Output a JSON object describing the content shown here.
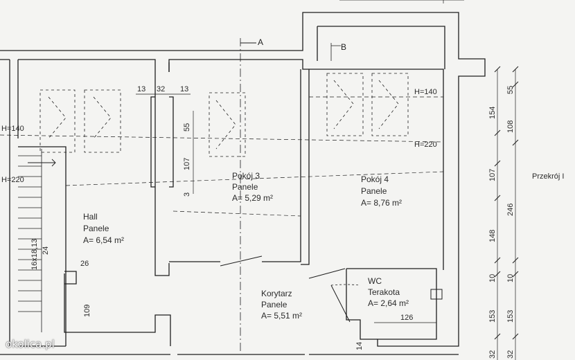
{
  "rooms": {
    "hall": {
      "name": "Hall",
      "floor": "Panele",
      "area": "A= 6,54 m²"
    },
    "room3": {
      "name": "Pokój 3",
      "floor": "Panele",
      "area": "A= 5,29 m²"
    },
    "room4": {
      "name": "Pokój 4",
      "floor": "Panele",
      "area": "A= 8,76 m²"
    },
    "corridor": {
      "name": "Korytarz",
      "floor": "Panele",
      "area": "A= 5,51 m²"
    },
    "wc": {
      "name": "WC",
      "floor": "Terakota",
      "area": "A= 2,64 m²"
    }
  },
  "section_marks": {
    "a": "A",
    "b": "B"
  },
  "heights": {
    "h140_left": "H=140",
    "h220_left": "H=220",
    "h140_right": "H=140",
    "h220_right": "H=220"
  },
  "dims": {
    "top_13a": "13",
    "top_32": "32",
    "top_13b": "13",
    "d55": "55",
    "d107": "107",
    "d3": "3",
    "stairs": "16x18,13",
    "d24": "24",
    "d26": "26",
    "d109": "109",
    "d126": "126",
    "d14": "14",
    "r154": "154",
    "r108": "108",
    "r55": "55",
    "r107": "107",
    "r246": "246",
    "r148": "148",
    "r10a": "10",
    "r10b": "10",
    "r153a": "153",
    "r153b": "153",
    "r32a": "32",
    "r32b": "32"
  },
  "side_label": "Przekrój I",
  "watermark": "okolica.pl"
}
